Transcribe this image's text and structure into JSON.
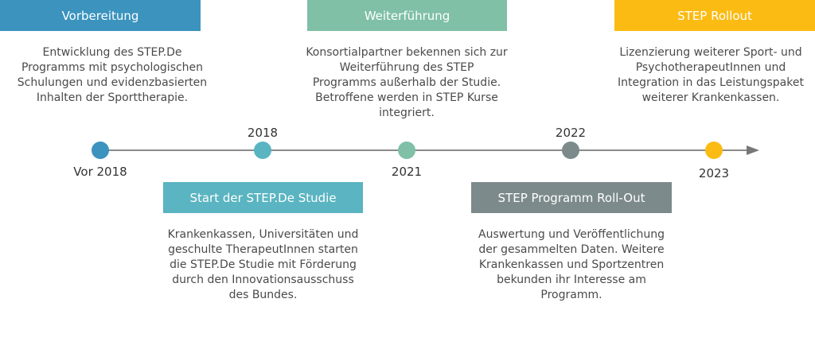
{
  "colors": {
    "vorbereitung": "#3b93be",
    "start": "#5ab4c1",
    "weiterfuehrung": "#7fc0a6",
    "rollout_programm": "#7c8a8b",
    "step_rollout": "#fbbb13",
    "line": "#8a8a8a"
  },
  "phases": {
    "vorbereitung": {
      "title": "Vorbereitung",
      "lines": [
        "Entwicklung des STEP.De",
        "Programms mit psychologischen",
        "Schulungen und evidenzbasierten",
        "Inhalten der Sporttherapie."
      ]
    },
    "start": {
      "title": "Start der STEP.De Studie",
      "lines": [
        "Krankenkassen, Universitäten und",
        "geschulte TherapeutInnen starten",
        "die STEP.De Studie mit Förderung",
        "durch den Innovationsausschuss",
        "des Bundes."
      ]
    },
    "weiterfuehrung": {
      "title": "Weiterführung",
      "lines": [
        "Konsortialpartner bekennen sich zur",
        "Weiterführung des STEP",
        "Programms außerhalb der Studie.",
        "Betroffene werden in STEP Kurse",
        "integriert."
      ]
    },
    "programm_rollout": {
      "title": "STEP Programm Roll-Out",
      "lines": [
        "Auswertung und Veröffentlichung",
        "der gesammelten Daten. Weitere",
        "Krankenkassen und Sportzentren",
        "bekunden ihr Interesse am",
        "Programm."
      ]
    },
    "step_rollout": {
      "title": "STEP Rollout",
      "lines": [
        "Lizenzierung weiterer Sport- und",
        "PsychotherapeutInnen und",
        "Integration in das Leistungspaket",
        "weiterer Krankenkassen."
      ]
    }
  },
  "years": {
    "vor2018": "Vor 2018",
    "y2018": "2018",
    "y2021": "2021",
    "y2022": "2022",
    "y2023": "2023"
  }
}
